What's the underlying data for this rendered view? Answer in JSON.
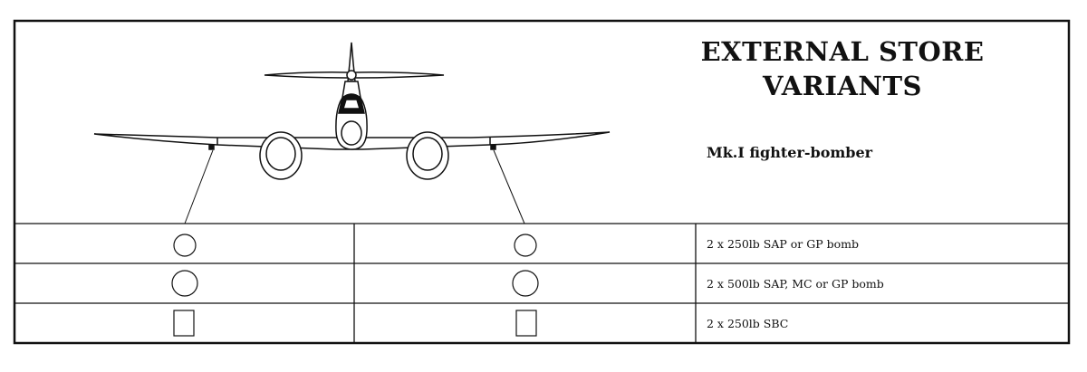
{
  "title_line1": "EXTERNAL STORE",
  "title_line2": "VARIANTS",
  "subtitle": "Mk.I fighter-bomber",
  "rows": [
    {
      "store_shape": "bomb-circle",
      "description": "2 x 250lb SAP or GP bomb"
    },
    {
      "store_shape": "bomb-circle-large",
      "description": "2 x 500lb SAP, MC or GP bomb"
    },
    {
      "store_shape": "container-rectangle",
      "description": "2 x 250lb SBC"
    }
  ]
}
